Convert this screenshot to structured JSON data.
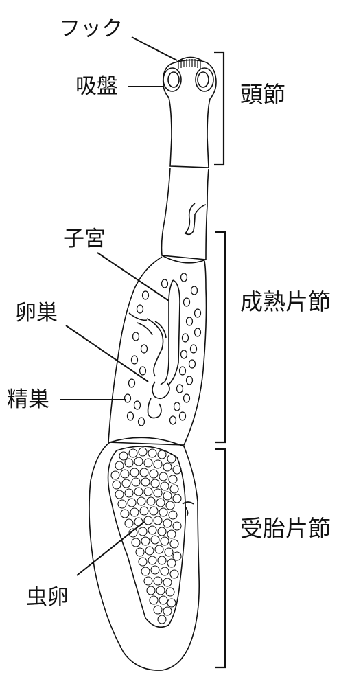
{
  "labels": {
    "hook": "フック",
    "sucker": "吸盤",
    "uterus": "子宮",
    "ovary": "卵巣",
    "testis": "精巣",
    "egg": "虫卵"
  },
  "segments": {
    "scolex": "頭節",
    "mature": "成熟片節",
    "gravid": "受胎片節"
  },
  "colors": {
    "line": "#111111",
    "background": "#ffffff"
  }
}
